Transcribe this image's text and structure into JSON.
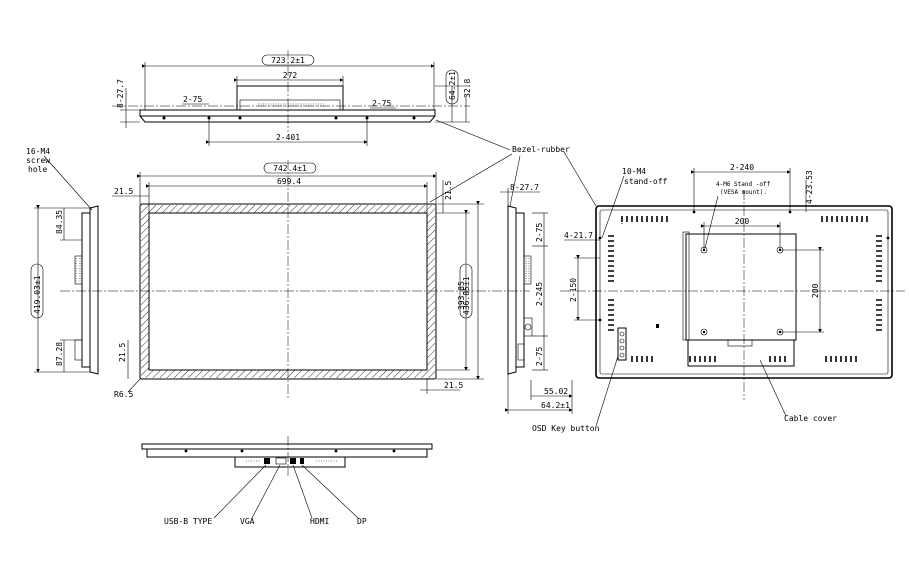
{
  "dims": {
    "top_overall": "723.2±1",
    "top_inner": "272",
    "top_hole_left": "2-75",
    "top_hole_right": "2-75",
    "top_span": "2-401",
    "top_left": "8-27.7",
    "top_depth": "64.2±1",
    "top_depth2": "32.8",
    "front_width": "742.4±1",
    "front_active": "699.4",
    "front_bezel_l": "21.5",
    "front_bezel_t": "21.5",
    "front_bezel_b": "21.5",
    "front_bezel_r": "21.5",
    "front_active_h": "393.85",
    "front_height": "436.85±1",
    "front_radius": "R6.5",
    "left_height": "419.03±1",
    "left_top": "84.35",
    "left_bottom": "87.28",
    "side_top": "8-27.7",
    "side_75a": "2-75",
    "side_245": "2-245",
    "side_75b": "2-75",
    "side_5502": "55.02",
    "side_depth": "64.2±1",
    "rear_240": "2-240",
    "rear_2353": "4-23.53",
    "rear_217": "4-21.7",
    "rear_150": "2-150",
    "rear_vesa_w": "200",
    "rear_vesa_h": "200"
  },
  "labels": {
    "screw_hole_1": "16-M4",
    "screw_hole_2": "screw",
    "screw_hole_3": "hole",
    "bezel_rubber": "Bezel-rubber",
    "standoff_1": "10-M4",
    "standoff_2": "stand-off",
    "vesa_1": "4-M6 Stand -off",
    "vesa_2": "(VESA mount).",
    "osd": "OSD Key button",
    "cable_cover": "Cable cover",
    "usb": "USB-B TYPE",
    "vga": "VGA",
    "hdmi": "HDMI",
    "dp": "DP"
  }
}
